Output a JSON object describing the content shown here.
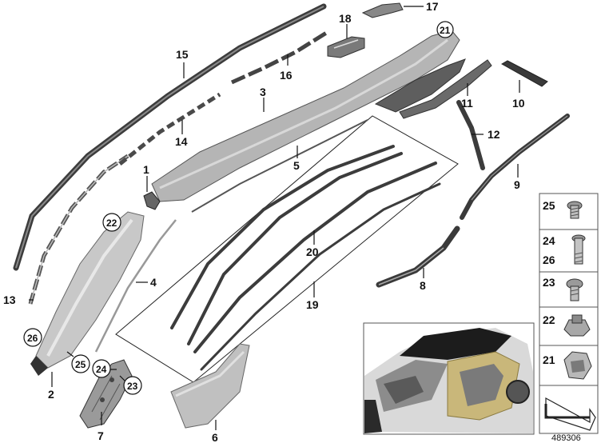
{
  "diagram": {
    "callouts": {
      "c1": "1",
      "c2": "2",
      "c3": "3",
      "c4": "4",
      "c5": "5",
      "c6": "6",
      "c7": "7",
      "c8": "8",
      "c9": "9",
      "c10": "10",
      "c11": "11",
      "c12": "12",
      "c13": "13",
      "c14": "14",
      "c15": "15",
      "c16": "16",
      "c17": "17",
      "c18": "18",
      "c19": "19",
      "c20": "20",
      "c21": "21",
      "c22": "22",
      "c23": "23",
      "c24": "24",
      "c25": "25",
      "c26": "26"
    },
    "legend_panel": {
      "items": [
        "25",
        "24",
        "26",
        "23",
        "22",
        "21"
      ]
    },
    "document_number": "489306"
  }
}
